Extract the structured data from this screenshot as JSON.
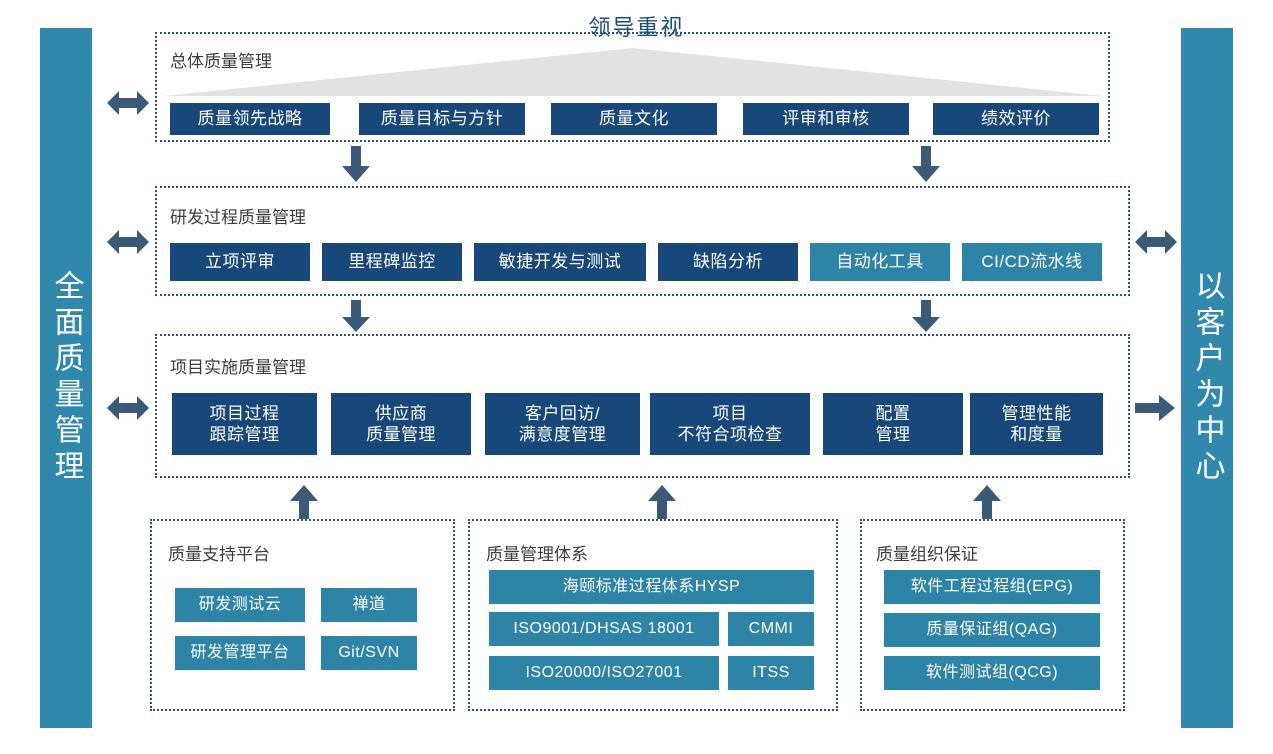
{
  "colors": {
    "navy": "#174879",
    "teal": "#2e84a6",
    "side_bar": "#3089ac",
    "dotted_border": "#2d5173",
    "banner_fill": "#e2e2e2",
    "banner_text": "#1f4e79",
    "panel_title_text": "#3d3d3d"
  },
  "side_bars": {
    "left": {
      "label": "全面质量管理"
    },
    "right": {
      "label": "以客户为中心"
    }
  },
  "banner": {
    "label": "领导重视",
    "shape": "triangle-banner"
  },
  "sections": [
    {
      "id": "overall-quality-management",
      "title": "总体质量管理",
      "items": [
        {
          "label": "质量领先战略",
          "color": "navy"
        },
        {
          "label": "质量目标与方针",
          "color": "navy"
        },
        {
          "label": "质量文化",
          "color": "navy"
        },
        {
          "label": "评审和审核",
          "color": "navy"
        },
        {
          "label": "绩效评价",
          "color": "navy"
        }
      ]
    },
    {
      "id": "rd-process-quality-management",
      "title": "研发过程质量管理",
      "items": [
        {
          "label": "立项评审",
          "color": "navy"
        },
        {
          "label": "里程碑监控",
          "color": "navy"
        },
        {
          "label": "敏捷开发与测试",
          "color": "navy"
        },
        {
          "label": "缺陷分析",
          "color": "navy"
        },
        {
          "label": "自动化工具",
          "color": "teal"
        },
        {
          "label": "CI/CD流水线",
          "color": "teal"
        }
      ]
    },
    {
      "id": "project-implementation-quality-management",
      "title": "项目实施质量管理",
      "items": [
        {
          "label": "项目过程\n跟踪管理",
          "color": "navy"
        },
        {
          "label": "供应商\n质量管理",
          "color": "navy"
        },
        {
          "label": "客户回访/\n满意度管理",
          "color": "navy"
        },
        {
          "label": "项目\n不符合项检查",
          "color": "navy"
        },
        {
          "label": "配置\n管理",
          "color": "navy"
        },
        {
          "label": "管理性能\n和度量",
          "color": "navy"
        }
      ]
    }
  ],
  "bottom_panels": [
    {
      "id": "quality-support-platform",
      "title": "质量支持平台",
      "rows": [
        [
          {
            "label": "研发测试云",
            "color": "teal"
          },
          {
            "label": "禅道",
            "color": "teal"
          }
        ],
        [
          {
            "label": "研发管理平台",
            "color": "teal"
          },
          {
            "label": "Git/SVN",
            "color": "teal"
          }
        ]
      ]
    },
    {
      "id": "quality-management-system",
      "title": "质量管理体系",
      "rows": [
        [
          {
            "label": "海颐标准过程体系HYSP",
            "color": "teal"
          }
        ],
        [
          {
            "label": "ISO9001/DHSAS 18001",
            "color": "teal"
          },
          {
            "label": "CMMI",
            "color": "teal"
          }
        ],
        [
          {
            "label": "ISO20000/ISO27001",
            "color": "teal"
          },
          {
            "label": "ITSS",
            "color": "teal"
          }
        ]
      ]
    },
    {
      "id": "quality-organization-assurance",
      "title": "质量组织保证",
      "rows": [
        [
          {
            "label": "软件工程过程组(EPG)",
            "color": "teal"
          }
        ],
        [
          {
            "label": "质量保证组(QAG)",
            "color": "teal"
          }
        ],
        [
          {
            "label": "软件测试组(QCG)",
            "color": "teal"
          }
        ]
      ]
    }
  ],
  "arrows": [
    {
      "name": "left-double-arrow-row1",
      "direction": "both"
    },
    {
      "name": "left-double-arrow-row2",
      "direction": "both"
    },
    {
      "name": "left-double-arrow-row3",
      "direction": "both"
    },
    {
      "name": "right-double-arrow-row2",
      "direction": "both"
    },
    {
      "name": "right-arrow-row3",
      "direction": "right"
    },
    {
      "name": "down-arrow-row1-to-row2-left",
      "direction": "down"
    },
    {
      "name": "down-arrow-row1-to-row2-right",
      "direction": "down"
    },
    {
      "name": "down-arrow-row2-to-row3-left",
      "direction": "down"
    },
    {
      "name": "down-arrow-row2-to-row3-right",
      "direction": "down"
    },
    {
      "name": "up-arrow-support-to-row3",
      "direction": "up"
    },
    {
      "name": "up-arrow-system-to-row3",
      "direction": "up"
    },
    {
      "name": "up-arrow-organization-to-row3",
      "direction": "up"
    }
  ]
}
